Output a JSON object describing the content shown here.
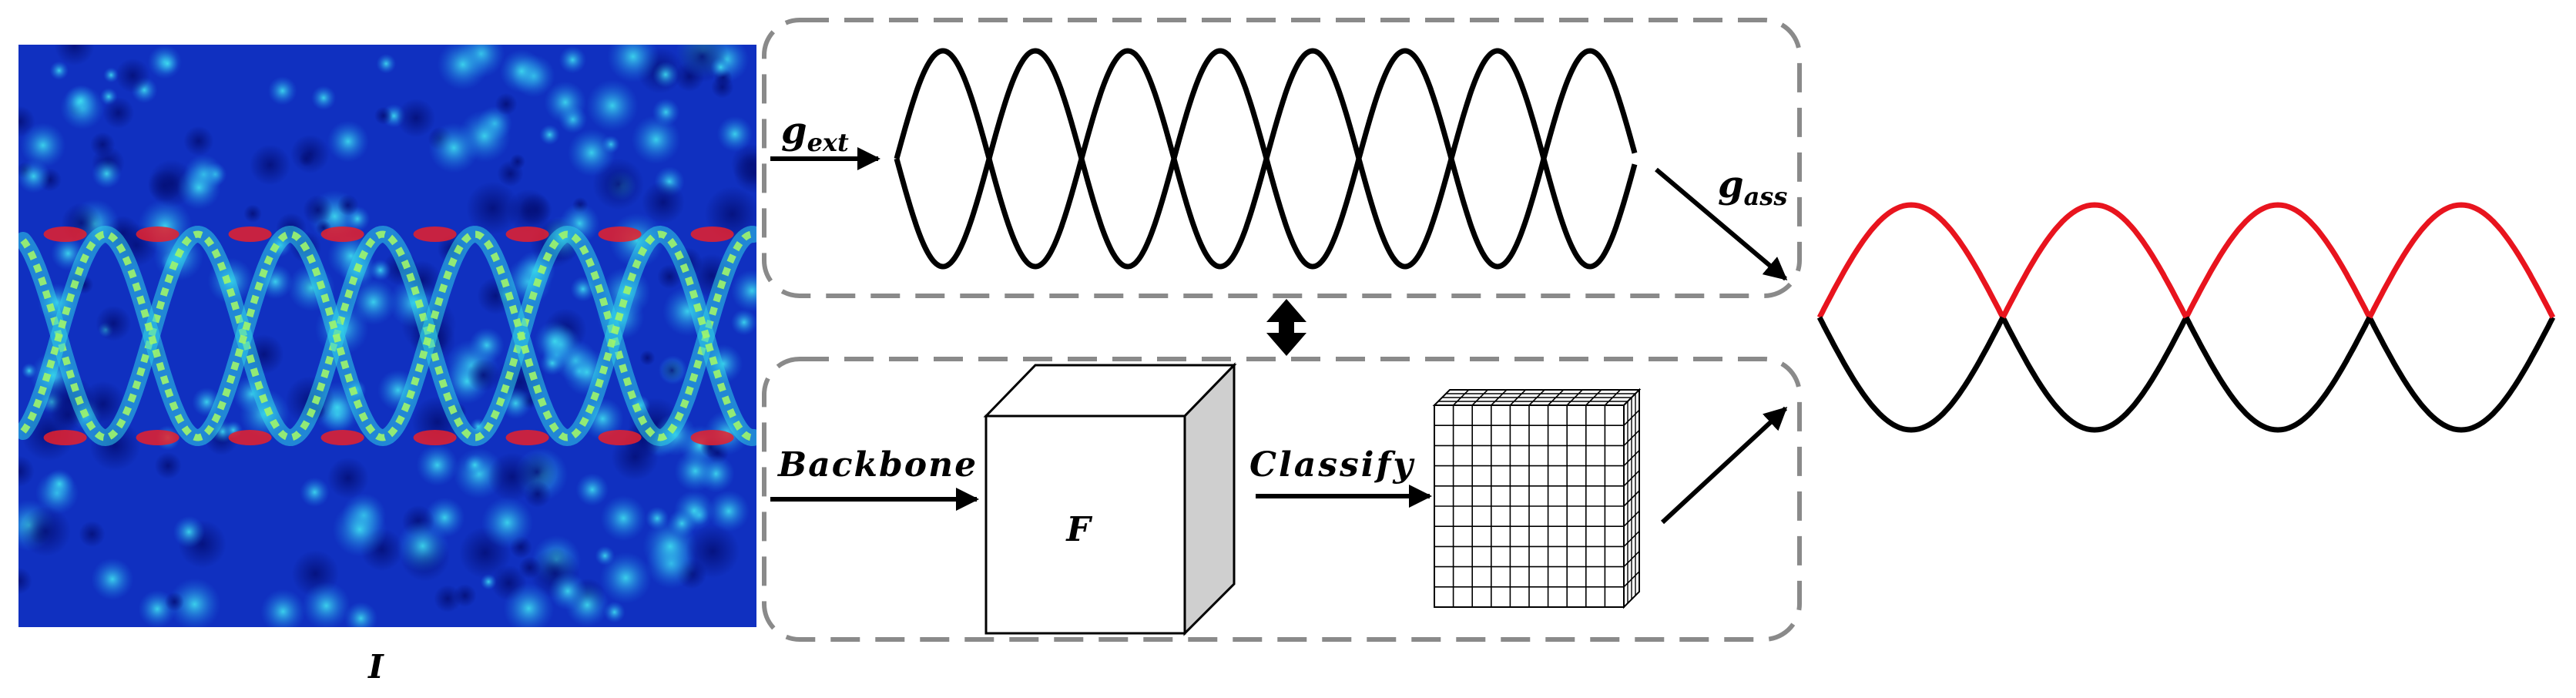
{
  "image_label": "I",
  "top_branch": {
    "extract_label": "g",
    "extract_sub": "ext",
    "assign_label": "g",
    "assign_sub": "ass"
  },
  "bottom_branch": {
    "backbone_label": "Backbone",
    "feature_label": "F",
    "classify_label": "Classify"
  },
  "colors": {
    "heat_low": "#0b1fa8",
    "heat_mid": "#2fd0e8",
    "heat_high": "#e8202a",
    "curve": "#000000",
    "curve_highlight": "#e8141e",
    "dashed_box": "#8a8a8a"
  }
}
